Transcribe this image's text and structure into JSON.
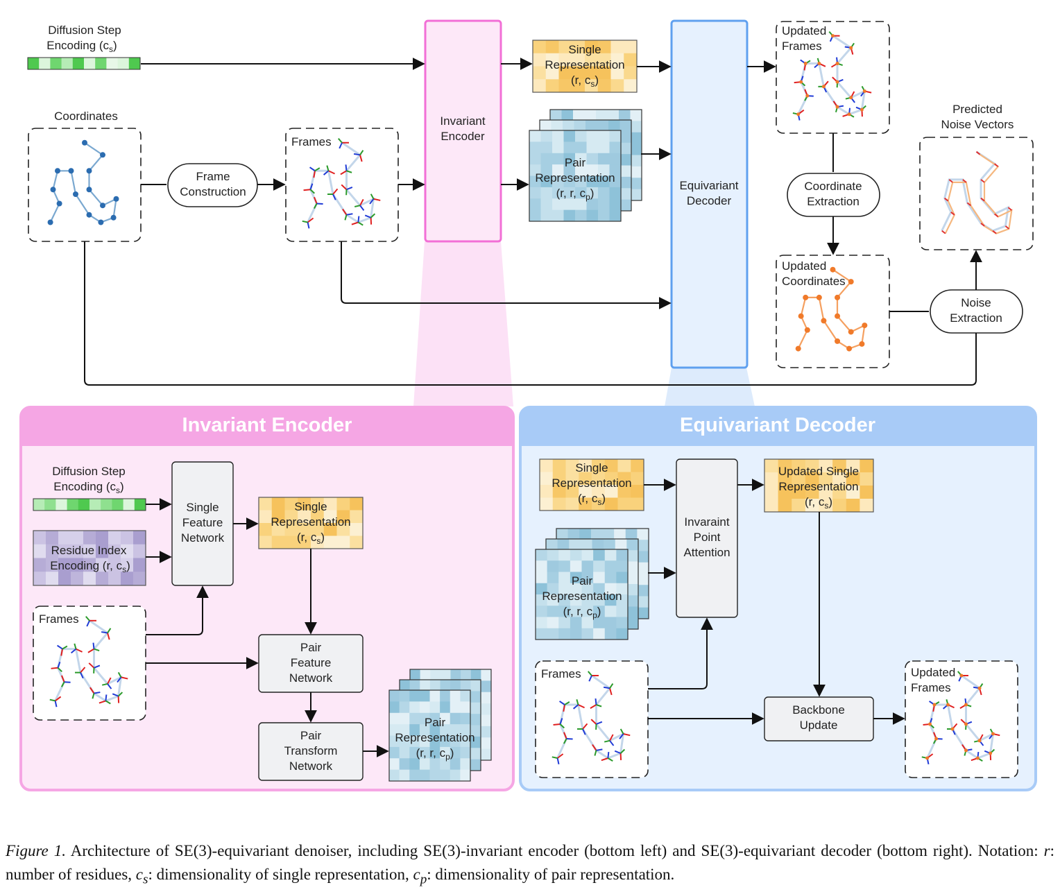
{
  "top": {
    "diffusion": [
      "Diffusion Step",
      "Encoding (c",
      "s",
      ")"
    ],
    "coordinates": "Coordinates",
    "frame_construction": [
      "Frame",
      "Construction"
    ],
    "frames": "Frames",
    "invariant_encoder": [
      "Invariant",
      "Encoder"
    ],
    "single_rep": [
      "Single",
      "Representation",
      "(r, c",
      "s",
      ")"
    ],
    "pair_rep": [
      "Pair",
      "Representation",
      "(r, r, c",
      "p",
      ")"
    ],
    "equivariant_decoder": [
      "Equivariant",
      "Decoder"
    ],
    "updated_frames": [
      "Updated",
      "Frames"
    ],
    "coordinate_extraction": [
      "Coordinate",
      "Extraction"
    ],
    "updated_coordinates": [
      "Updated",
      "Coordinates"
    ],
    "predicted_noise": [
      "Predicted",
      "Noise Vectors"
    ],
    "noise_extraction": [
      "Noise",
      "Extraction"
    ]
  },
  "encoder": {
    "title": "Invariant Encoder",
    "diffusion": [
      "Diffusion Step",
      "Encoding (c",
      "s",
      ")"
    ],
    "residue": [
      "Residue Index",
      "Encoding (r, c",
      "s",
      ")"
    ],
    "frames": "Frames",
    "single_feature": [
      "Single",
      "Feature",
      "Network"
    ],
    "single_rep": [
      "Single",
      "Representation",
      "(r, c",
      "s",
      ")"
    ],
    "pair_feature": [
      "Pair",
      "Feature",
      "Network"
    ],
    "pair_transform": [
      "Pair",
      "Transform",
      "Network"
    ],
    "pair_rep": [
      "Pair",
      "Representation",
      "(r, r, c",
      "p",
      ")"
    ]
  },
  "decoder": {
    "title": "Equivariant Decoder",
    "single_rep": [
      "Single",
      "Representation",
      "(r, c",
      "s",
      ")"
    ],
    "pair_rep": [
      "Pair",
      "Representation",
      "(r, r, c",
      "p",
      ")"
    ],
    "ipa": [
      "Invaraint",
      "Point",
      "Attention"
    ],
    "updated_single": [
      "Updated Single",
      "Representation",
      "(r, c",
      "s",
      ")"
    ],
    "frames": "Frames",
    "backbone": [
      "Backbone",
      "Update"
    ],
    "updated_frames": [
      "Updated",
      "Frames"
    ]
  },
  "caption": {
    "label": "Figure 1.",
    "text": "Architecture of SE(3)-equivariant denoiser, including SE(3)-invariant encoder (bottom left) and SE(3)-equivariant decoder (bottom right). Notation:",
    "r_sym": "r",
    "r_def": ": number of residues,",
    "cs_sym": "c",
    "cs_sub": "s",
    "cs_def": ": dimensionality of single representation,",
    "cp_sym": "c",
    "cp_sub": "p",
    "cp_def": ": dimensionality of pair representation."
  },
  "colors": {
    "pink_fill": "#fce8f8",
    "pink_stroke": "#f26fd6",
    "pink_header": "#f5a6e4",
    "blue_fill": "#e6f1fe",
    "blue_stroke": "#5fa0ef",
    "blue_header": "#a8cbf7",
    "node": "#2b6cb0",
    "orange": "#f08a3c"
  }
}
